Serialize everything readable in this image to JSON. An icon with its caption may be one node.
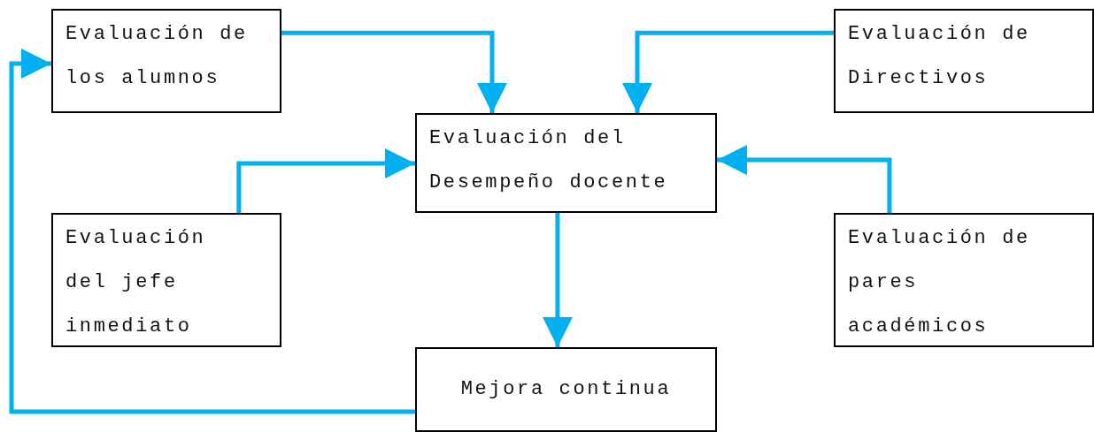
{
  "diagram": {
    "nodes": [
      {
        "text": [
          "Evaluación de los alumnos"
        ]
      },
      {
        "text": [
          "Evaluación de Directivos"
        ]
      },
      {
        "text": [
          "Evaluación del Desempeño docente"
        ]
      },
      {
        "text": [
          "Evaluación del jefe inmediato"
        ]
      },
      {
        "text": [
          "Evaluación de pares académicos"
        ]
      },
      {
        "text": [
          "Mejora continua"
        ]
      }
    ],
    "edges": [
      {
        "from": 0,
        "to": 2,
        "arrow": "to"
      },
      {
        "from": 1,
        "to": 2,
        "arrow": "to"
      },
      {
        "from": 3,
        "to": 2,
        "arrow": "to"
      },
      {
        "from": 4,
        "to": 2,
        "arrow": "to"
      },
      {
        "from": 2,
        "to": 5,
        "arrow": "to"
      },
      {
        "from": 5,
        "to": 0,
        "arrow": "to"
      }
    ]
  }
}
